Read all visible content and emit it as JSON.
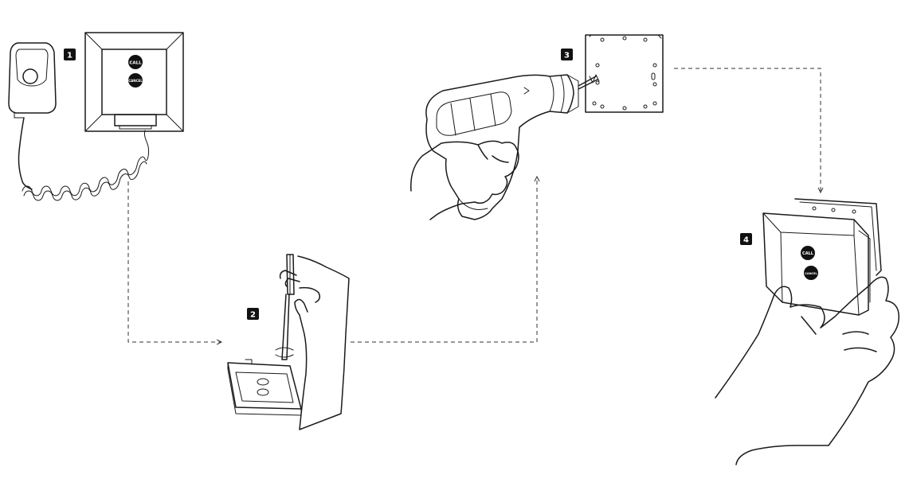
{
  "steps": [
    {
      "number": "1"
    },
    {
      "number": "2"
    },
    {
      "number": "3"
    },
    {
      "number": "4"
    }
  ],
  "device": {
    "call_label": "CALL",
    "cancel_label": "CANCEL"
  },
  "colors": {
    "line": "#1a1a1a",
    "badge": "#111111",
    "button": "#111111",
    "background": "#ffffff"
  }
}
